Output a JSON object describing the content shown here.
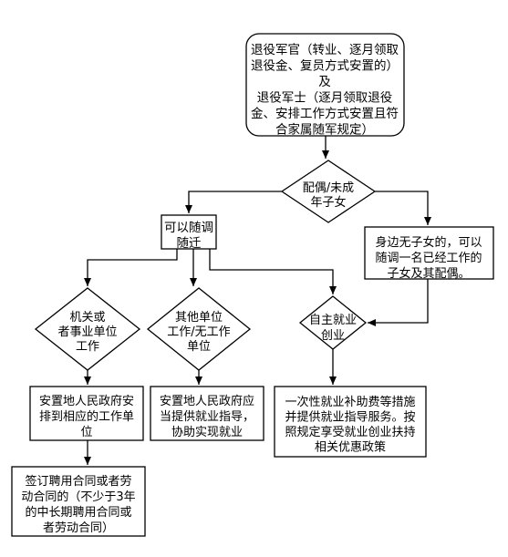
{
  "flowchart": {
    "top_box": {
      "lines": [
        "退役军官（转业、逐月领取",
        "退役金、复员方式安置的）",
        "及",
        "退役军士（逐月领取退役",
        "金、安排工作方式安置且符",
        "合家属随军规定）"
      ]
    },
    "decision_spouse": {
      "lines": [
        "配偶/未成",
        "年子女"
      ]
    },
    "follow_box": {
      "lines": [
        "可以随调",
        "随迁"
      ]
    },
    "childless_box": {
      "lines": [
        "身边无子女的，可以",
        "随调一名已经工作的",
        "子女及其配偶。"
      ]
    },
    "decision_gov": {
      "lines": [
        "机关或",
        "者事业单位",
        "工作"
      ]
    },
    "decision_other": {
      "lines": [
        "其他单位",
        "工作/无工作",
        "单位"
      ]
    },
    "decision_self": {
      "lines": [
        "自主就业",
        "创业"
      ]
    },
    "box_gov": {
      "lines": [
        "安置地人民政府安",
        "排到相应的工作单",
        "位"
      ]
    },
    "box_other": {
      "lines": [
        "安置地人民政府应",
        "当提供就业指导，",
        "协助实现就业"
      ]
    },
    "box_self": {
      "lines": [
        "一次性就业补助费等措施",
        "并提供就业指导服务。按",
        "照规定享受就业创业扶持",
        "相关优惠政策"
      ]
    },
    "box_contract": {
      "lines": [
        "签订聘用合同或者劳",
        "动合同的（不少于3年",
        "的中长期聘用合同或",
        "者劳动合同）"
      ]
    }
  }
}
